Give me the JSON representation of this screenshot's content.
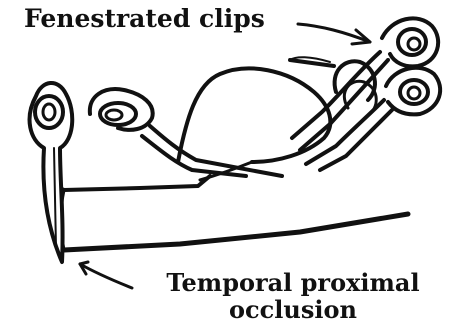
{
  "labels": {
    "fenestrated_clips": "Fenestrated clips",
    "temporal_line1": "Temporal proximal",
    "temporal_line2": "occlusion"
  },
  "colors": {
    "ink": "#111111",
    "background": "#ffffff"
  }
}
